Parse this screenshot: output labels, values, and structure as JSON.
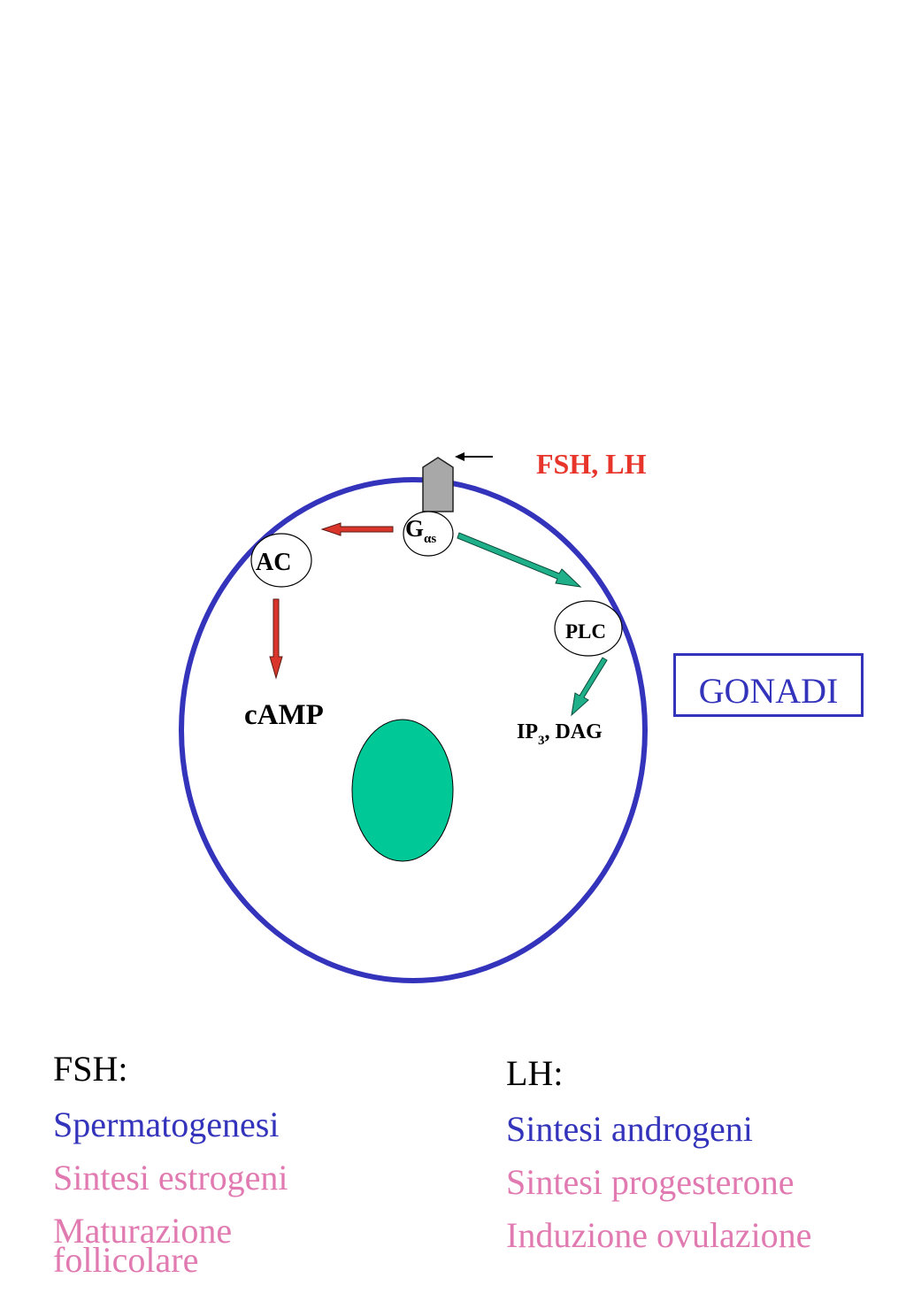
{
  "hormones_label": "FSH, LH",
  "g_protein": {
    "main": "G",
    "sub": "αs"
  },
  "enzymes": {
    "ac": "AC",
    "plc": "PLC"
  },
  "second_messengers": {
    "camp": "cAMP",
    "ip3_dag": {
      "ip": "IP",
      "sub": "3",
      "rest": ", DAG"
    }
  },
  "organ_box": "GONADI",
  "fsh_list": {
    "heading": "FSH:",
    "items": [
      "Spermatogenesi",
      "Sintesi estrogeni",
      "Maturazione",
      "follicolare"
    ]
  },
  "lh_list": {
    "heading": "LH:",
    "items": [
      "Sintesi androgeni",
      "Sintesi progesterone",
      "Induzione ovulazione"
    ]
  },
  "colors": {
    "hormone_red": "#e8352b",
    "cell_membrane_blue": "#3333bb",
    "nucleus_green": "#00c896",
    "red_arrow": "#d9352b",
    "teal_arrow": "#1fb08a",
    "receptor_gray": "#a8a8a8",
    "list_blue": "#3333bb",
    "list_pink": "#e07ab0"
  }
}
